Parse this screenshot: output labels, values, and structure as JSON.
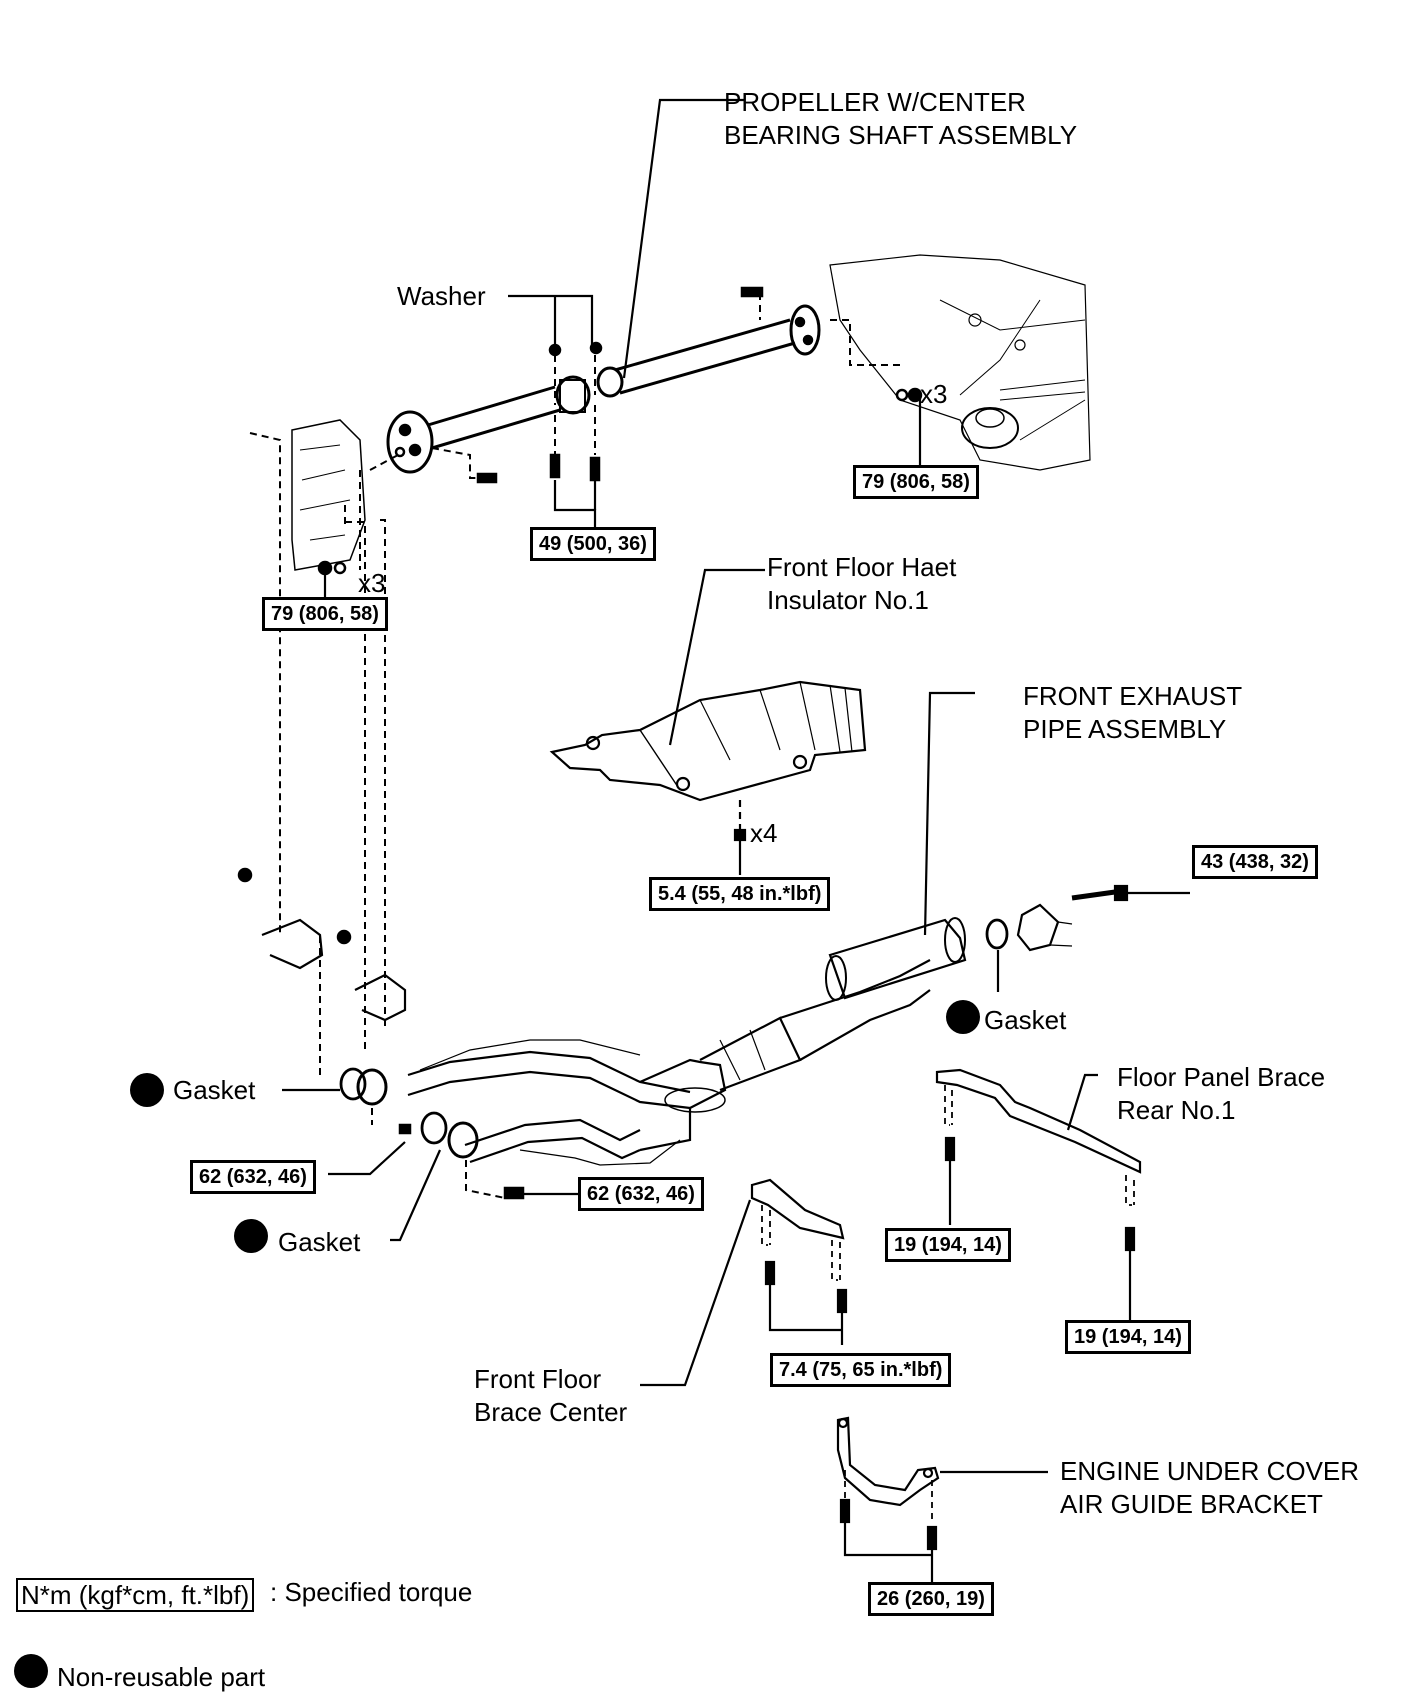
{
  "diagram": {
    "title": "Propeller shaft / front exhaust pipe exploded view",
    "labels": {
      "propeller": [
        "PROPELLER W/CENTER",
        "BEARING SHAFT ASSEMBLY"
      ],
      "washer": "Washer",
      "heat_insulator": [
        "Front Floor Haet",
        "Insulator No.1"
      ],
      "front_exhaust": [
        "FRONT EXHAUST",
        "PIPE ASSEMBLY"
      ],
      "gasket_right": "Gasket",
      "gasket_left_upper": "Gasket",
      "gasket_left_lower": "Gasket",
      "floor_panel_brace": [
        "Floor Panel Brace",
        "Rear No.1"
      ],
      "front_floor_brace": [
        "Front Floor",
        "Brace Center"
      ],
      "air_guide_bracket": [
        "ENGINE UNDER COVER",
        "AIR GUIDE BRACKET"
      ]
    },
    "quantities": {
      "rear_nuts": "x3",
      "front_nuts": "x3",
      "insulator_nuts": "x4"
    },
    "torques": {
      "rear_flange": "79 (806, 58)",
      "center_bearing": "49 (500, 36)",
      "front_flange": "79 (806, 58)",
      "insulator": "5.4 (55, 48 in.*lbf)",
      "tail_bolt": "43 (438, 32)",
      "front_left_bolt": "62 (632, 46)",
      "front_right_bolt": "62 (632, 46)",
      "brace_rear_left": "19 (194, 14)",
      "brace_rear_right": "19 (194, 14)",
      "brace_center": "7.4 (75, 65 in.*lbf)",
      "air_guide": "26 (260, 19)"
    }
  },
  "legend": {
    "torque_units": "N*m (kgf*cm, ft.*lbf)",
    "torque_desc": ": Specified torque",
    "non_reusable": "Non-reusable part"
  }
}
